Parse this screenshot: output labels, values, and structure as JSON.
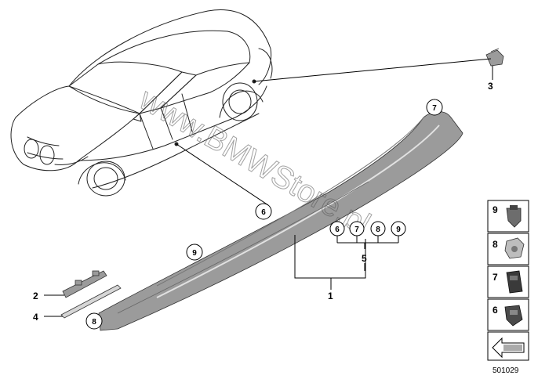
{
  "watermark": "www.BMWStore.pl",
  "diagram_id": "501029",
  "callouts": [
    {
      "id": "c-7-top",
      "label": "7",
      "circled": true
    },
    {
      "id": "c-6-mid",
      "label": "6",
      "circled": true
    },
    {
      "id": "c-9-left",
      "label": "9",
      "circled": true
    },
    {
      "id": "c-8-end",
      "label": "8",
      "circled": true
    },
    {
      "id": "c-6-group",
      "label": "6",
      "circled": true
    },
    {
      "id": "c-7-group",
      "label": "7",
      "circled": true
    },
    {
      "id": "c-8-group",
      "label": "8",
      "circled": true
    },
    {
      "id": "c-9-group",
      "label": "9",
      "circled": true
    }
  ],
  "part_labels": [
    {
      "id": "p1",
      "label": "1"
    },
    {
      "id": "p2",
      "label": "2"
    },
    {
      "id": "p3",
      "label": "3"
    },
    {
      "id": "p4",
      "label": "4"
    },
    {
      "id": "p5",
      "label": "5"
    }
  ],
  "legend": [
    {
      "label": "9",
      "icon": "clip-9-icon"
    },
    {
      "label": "8",
      "icon": "nut-8-icon"
    },
    {
      "label": "7",
      "icon": "clip-7-icon"
    },
    {
      "label": "6",
      "icon": "clip-6-icon"
    },
    {
      "label": "",
      "icon": "arrow-icon"
    }
  ]
}
